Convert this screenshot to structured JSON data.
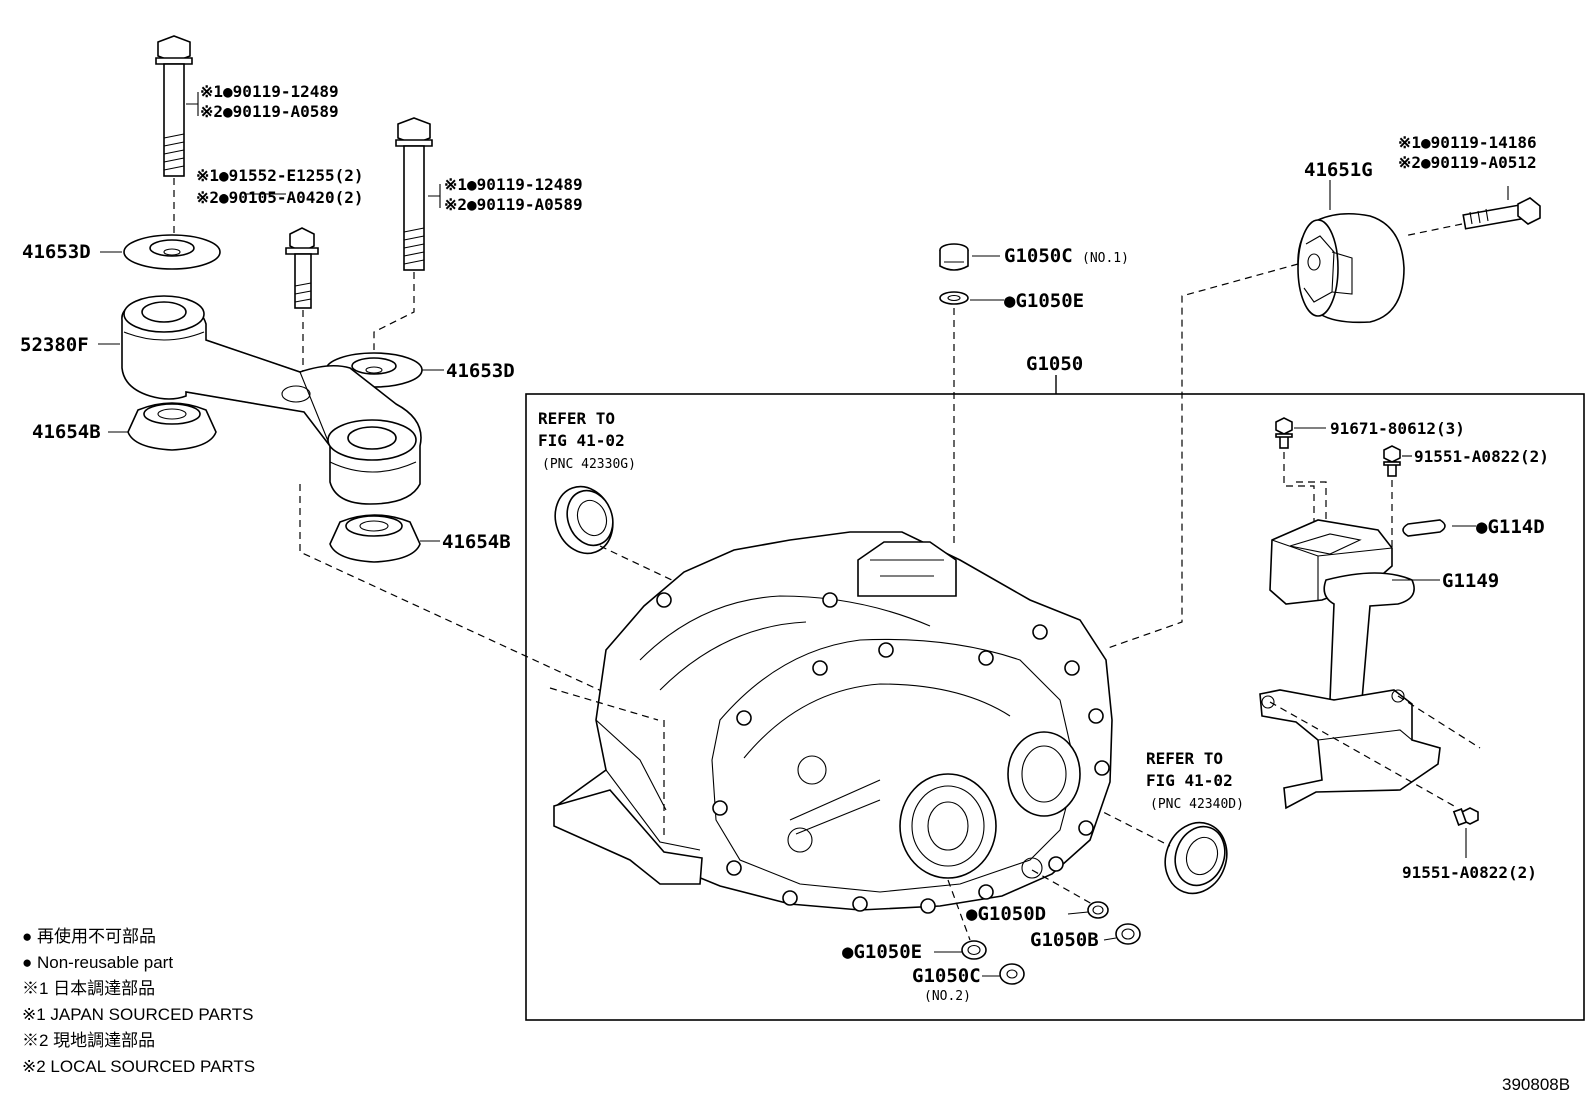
{
  "diagram_id": "390808B",
  "main_assembly": {
    "label": "G1050",
    "refer_front": {
      "line1": "REFER TO",
      "line2": "FIG 41-02",
      "line3": "(PNC 42330G)"
    },
    "refer_rear": {
      "line1": "REFER TO",
      "line2": "FIG 41-02",
      "line3": "(PNC 42340D)"
    }
  },
  "labels": {
    "bolt_top_left_1": "※1●90119-12489",
    "bolt_top_left_2": "※2●90119-A0589",
    "bolt_mid_1": "※1●91552-E1255(2)",
    "bolt_mid_2": "※2●90105-A0420(2)",
    "bolt_right_1": "※1●90119-12489",
    "bolt_right_2": "※2●90119-A0589",
    "washer_upper_left": "41653D",
    "washer_lower_mid": "41653D",
    "bracket": "52380F",
    "cushion_left": "41654B",
    "cushion_lower": "41654B",
    "plug_top": "G1050C",
    "plug_top_note": "(NO.1)",
    "gasket_top": "●G1050E",
    "mount_right": "41651G",
    "mount_bolt_1": "※1●90119-14186",
    "mount_bolt_2": "※2●90119-A0512",
    "bolt_91671": "91671-80612(3)",
    "bolt_91551_top": "91551-A0822(2)",
    "seal_g114d": "●G114D",
    "unit_g1149": "G1149",
    "bolt_91551_bottom": "91551-A0822(2)",
    "g1050d": "●G1050D",
    "g1050b": "G1050B",
    "g1050e_lower": "●G1050E",
    "g1050c_lower": "G1050C",
    "g1050c_lower_note": "(NO.2)"
  },
  "legend": [
    "● 再使用不可部品",
    "● Non-reusable part",
    "※1 日本調達部品",
    "※1 JAPAN SOURCED PARTS",
    "※2 現地調達部品",
    "※2 LOCAL SOURCED PARTS"
  ]
}
